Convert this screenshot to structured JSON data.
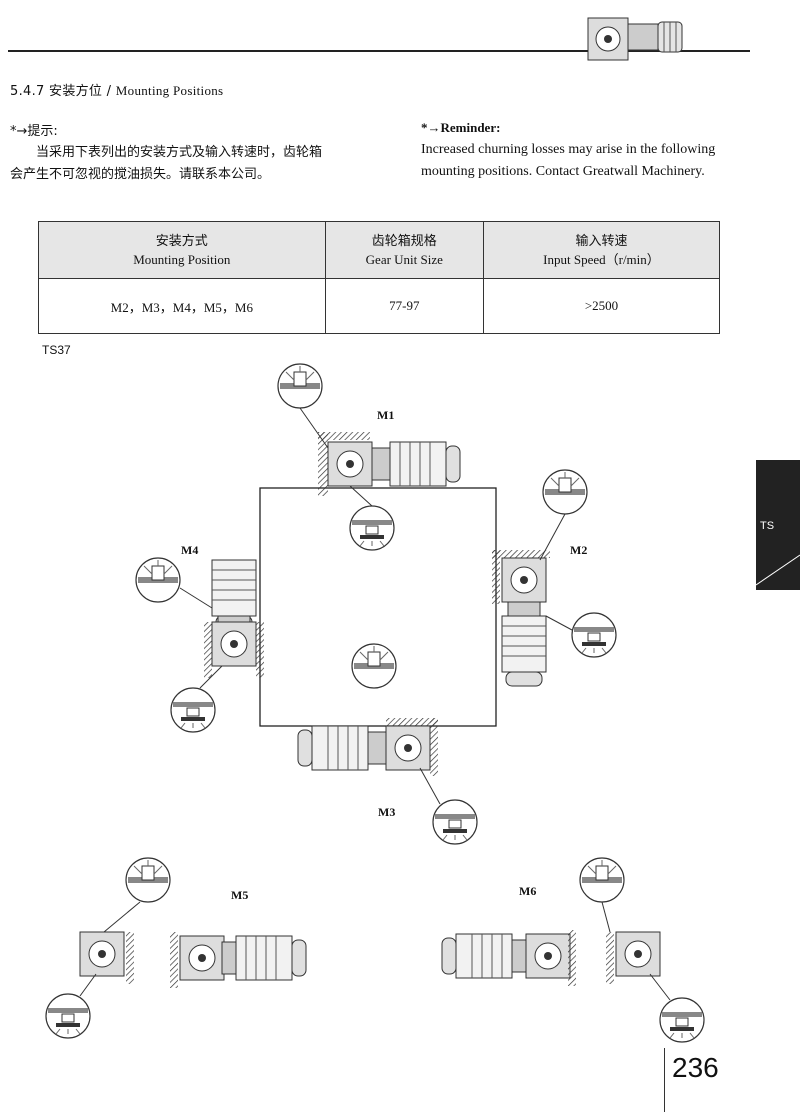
{
  "section": {
    "number": "5.4.7",
    "title_cn": "安装方位",
    "separator": "/",
    "title_en": "Mounting Positions"
  },
  "hint": {
    "title": "*→提示:",
    "body": "当采用下表列出的安装方式及输入转速时，齿轮箱会产生不可忽视的搅油损失。请联系本公司。"
  },
  "reminder": {
    "title": "*→Reminder:",
    "body": "Increased churning losses may arise in the following mounting positions. Contact Greatwall Machinery."
  },
  "table": {
    "headers": [
      {
        "cn": "安装方式",
        "en": "Mounting Position"
      },
      {
        "cn": "齿轮箱规格",
        "en": "Gear Unit Size"
      },
      {
        "cn": "输入转速",
        "en": "Input Speed（r/min）"
      }
    ],
    "row": [
      "M2，M3，M4，M5，M6",
      "77-97",
      ">2500"
    ]
  },
  "model": "TS37",
  "positions": {
    "m1": "M1",
    "m2": "M2",
    "m3": "M3",
    "m4": "M4",
    "m5": "M5",
    "m6": "M6"
  },
  "side_tab": "TS",
  "page_number": "236",
  "colors": {
    "line": "#222222",
    "table_header": "#e6e6e6",
    "tab": "#222222"
  }
}
